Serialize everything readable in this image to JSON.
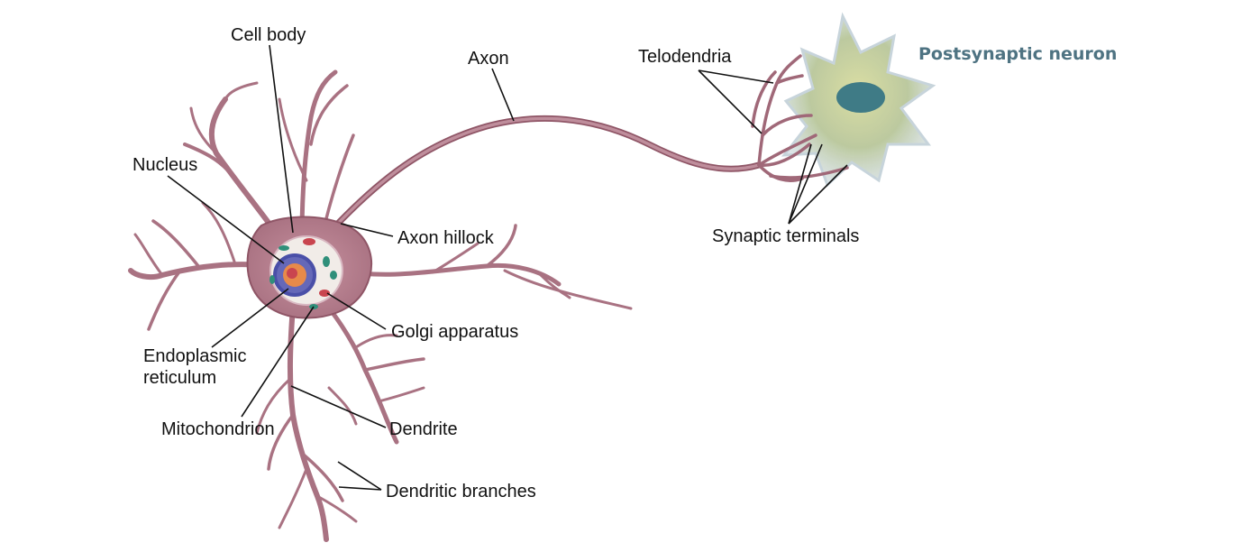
{
  "labels": {
    "cell_body": "Cell body",
    "axon": "Axon",
    "telodendria": "Telodendria",
    "postsynaptic_neuron": "Postsynaptic neuron",
    "nucleus": "Nucleus",
    "axon_hillock": "Axon hillock",
    "synaptic_terminals": "Synaptic terminals",
    "golgi_apparatus": "Golgi apparatus",
    "endoplasmic_line1": "Endoplasmic",
    "endoplasmic_line2": "reticulum",
    "mitochondrion": "Mitochondrion",
    "dendrite": "Dendrite",
    "dendritic_branches": "Dendritic branches"
  },
  "colors": {
    "neuron_body": "#b7808f",
    "neuron_dark": "#8f5566",
    "neuron_highlight": "#9fb6d6",
    "nucleus_ring": "#4a4fa8",
    "nucleolus": "#e0763a",
    "organelle_green": "#2f8f7a",
    "organelle_red": "#c9454f",
    "post_body": "#b9c79a",
    "post_nucleus": "#3f7b86",
    "post_label": "#4e7382"
  }
}
